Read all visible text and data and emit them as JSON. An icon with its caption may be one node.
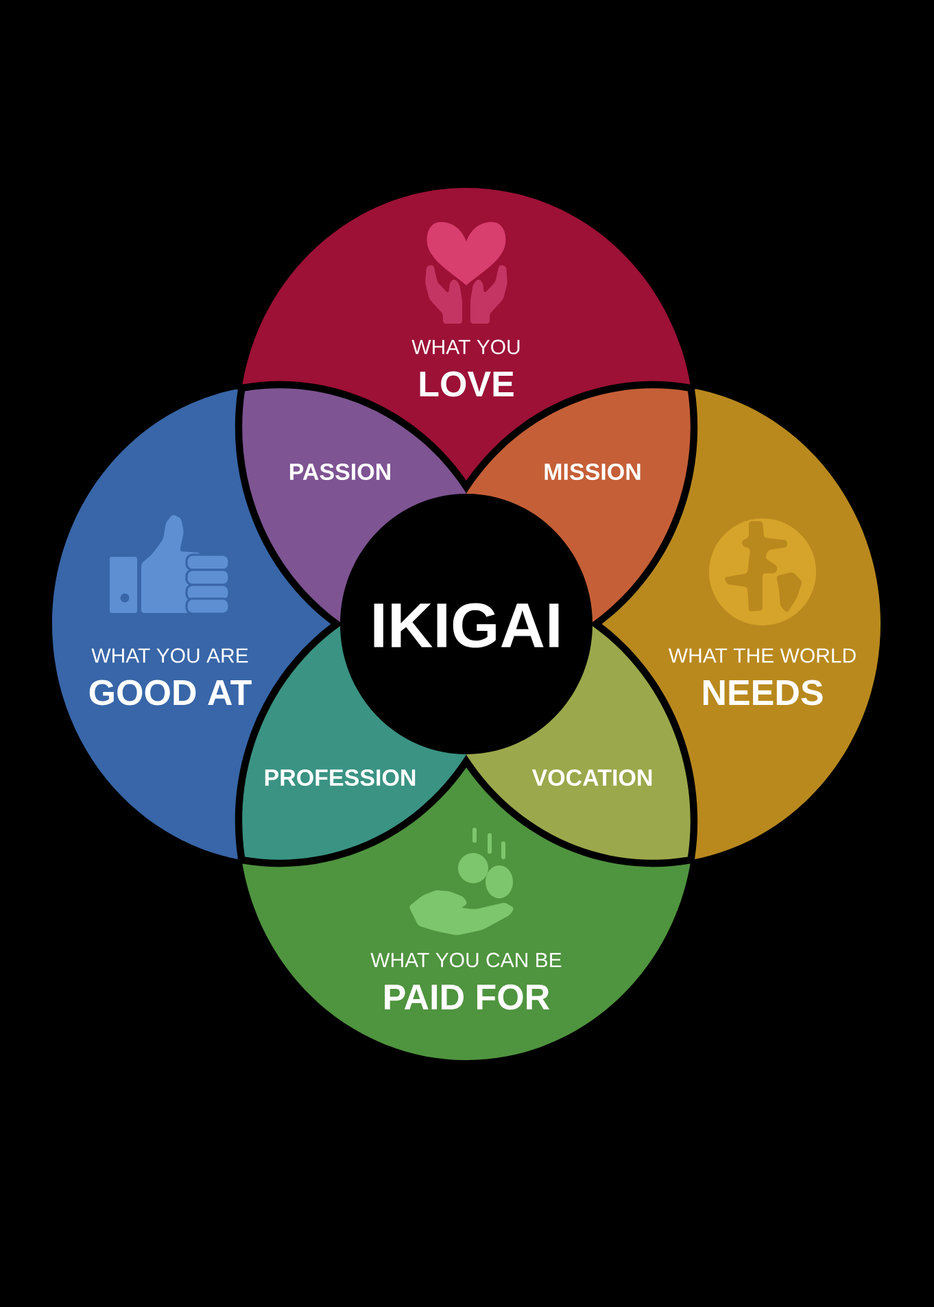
{
  "diagram": {
    "nodes": [
      {
        "text": [
          "WHAT YOU",
          "LOVE"
        ]
      },
      {
        "text": [
          "PASSION"
        ]
      },
      {
        "text": [
          "MISSION"
        ]
      },
      {
        "text": [
          "WHAT YOU ARE",
          "GOOD AT"
        ]
      },
      {
        "text": [
          "IKIGAI"
        ]
      },
      {
        "text": [
          "WHAT THE WORLD",
          "NEEDS"
        ]
      },
      {
        "text": [
          "PROFESSION"
        ]
      },
      {
        "text": [
          "VOCATION"
        ]
      },
      {
        "text": [
          "WHAT YOU CAN BE",
          "PAID FOR"
        ]
      }
    ]
  }
}
